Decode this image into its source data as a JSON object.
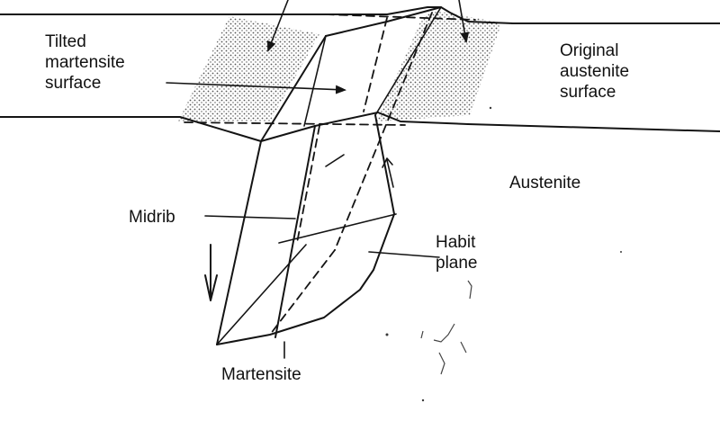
{
  "labels": {
    "tilted_surface": [
      "Tilted",
      "martensite",
      "surface"
    ],
    "original_surface": [
      "Original",
      "austenite",
      "surface"
    ],
    "austenite": "Austenite",
    "midrib": "Midrib",
    "habit_plane": [
      "Habit",
      "plane"
    ],
    "martensite": "Martensite"
  },
  "colors": {
    "ink": "#141414",
    "stipple": "#555555",
    "background": "#ffffff"
  }
}
